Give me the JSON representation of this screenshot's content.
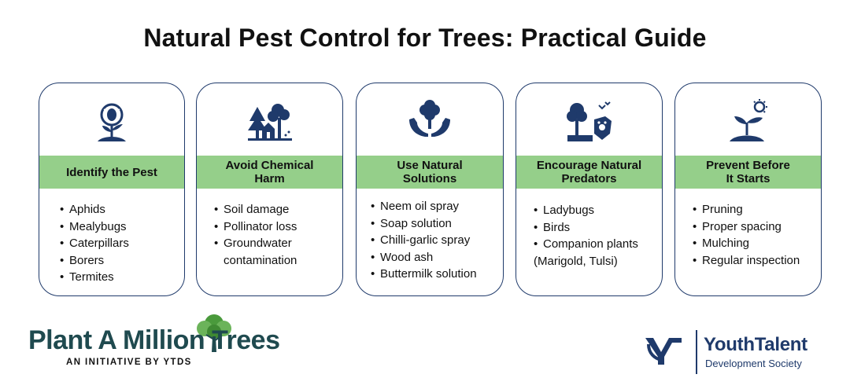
{
  "title": "Natural Pest Control for Trees: Practical Guide",
  "cards": [
    {
      "icon": "bug-magnifier-plant-icon",
      "heading_lines": [
        "Identify the Pest"
      ],
      "items": [
        "Aphids",
        "Mealybugs",
        "Caterpillars",
        "Borers",
        "Termites"
      ]
    },
    {
      "icon": "trees-house-icon",
      "heading_lines": [
        "Avoid Chemical",
        "Harm"
      ],
      "items": [
        "Soil damage",
        "Pollinator loss",
        "Groundwater",
        "contamination"
      ]
    },
    {
      "icon": "hands-holding-tree-icon",
      "heading_lines": [
        "Use Natural",
        "Solutions"
      ],
      "items": [
        "Neem oil spray",
        "Soap solution",
        "Chilli-garlic spray",
        "Wood ash",
        "Buttermilk solution"
      ]
    },
    {
      "icon": "tree-birds-shield-icon",
      "heading_lines": [
        "Encourage Natural",
        "Predators"
      ],
      "items": [
        "Ladybugs",
        "Birds",
        "Companion plants",
        "(Marigold, Tulsi)"
      ]
    },
    {
      "icon": "sprout-sun-icon",
      "heading_lines": [
        "Prevent Before",
        "It Starts"
      ],
      "items": [
        "Pruning",
        "Proper spacing",
        "Mulching",
        "Regular inspection"
      ]
    }
  ],
  "logos": {
    "pam_text": "Plant A Million Trees",
    "pam_sub": "AN INITIATIVE BY YTDS",
    "yt_name": "YouthTalent",
    "yt_sub": "Development Society"
  },
  "colors": {
    "band": "#95cf8a",
    "border": "#1f3a6b",
    "icon": "#1f3a6b",
    "logo_green": "#4a9a3c"
  }
}
